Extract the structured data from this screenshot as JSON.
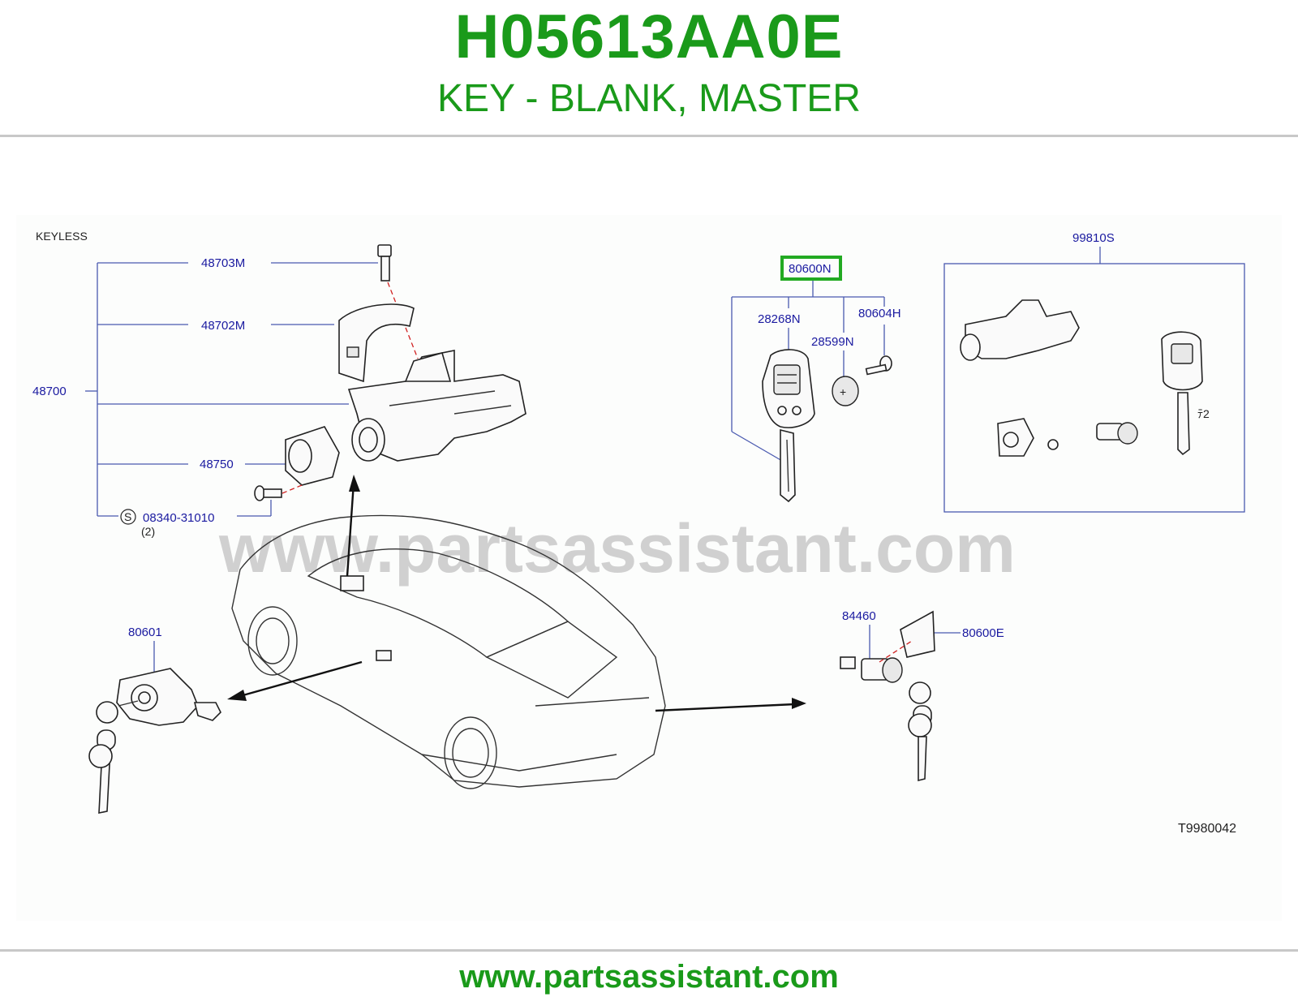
{
  "header": {
    "part_number": "H05613AA0E",
    "part_name": "KEY - BLANK, MASTER"
  },
  "footer": {
    "url": "www.partsassistant.com"
  },
  "diagram": {
    "watermark": "www.partsassistant.com",
    "section_label": "KEYLESS",
    "diagram_code": "T9980042",
    "highlighted_part": "80600N",
    "callouts": {
      "c48703M": "48703M",
      "c48702M": "48702M",
      "c48700": "48700",
      "c48750": "48750",
      "c08340": "08340-31010",
      "s_symbol": "S",
      "qty2": "(2)",
      "c80600N": "80600N",
      "c28268N": "28268N",
      "c28599N": "28599N",
      "c80604H": "80604H",
      "c99810S": "99810S",
      "kit_qty": "ﾃ2",
      "c80601": "80601",
      "c84460": "84460",
      "c80600E": "80600E"
    },
    "colors": {
      "brand_green": "#1a9a1a",
      "callout_blue": "#1a1aa0",
      "highlight_green": "#22aa22"
    }
  }
}
